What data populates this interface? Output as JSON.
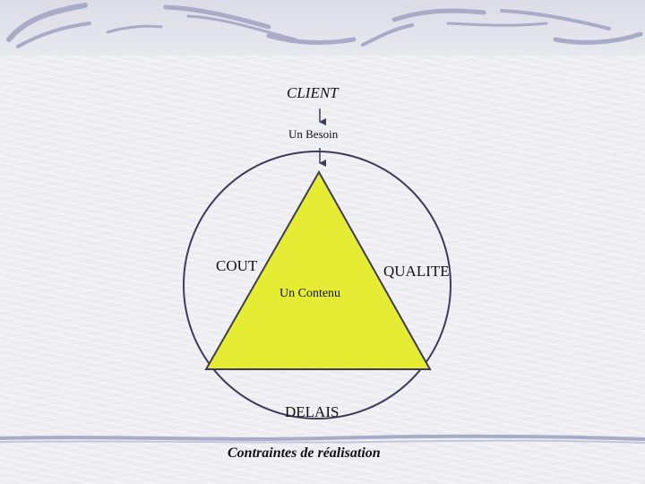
{
  "labels": {
    "client": "CLIENT",
    "besoin": "Un Besoin",
    "cout": "COUT",
    "qualite": "QUALITE",
    "contenu": "Un Contenu",
    "delais": "DELAIS",
    "caption": "Contraintes de réalisation"
  },
  "colors": {
    "triangle_fill": "#e6ec34",
    "outline": "#3c3c5a",
    "swirl": "#a9abc8"
  }
}
